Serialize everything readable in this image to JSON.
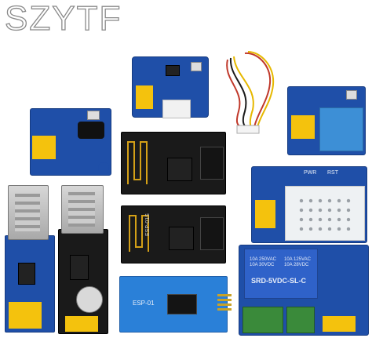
{
  "watermark": {
    "text": "SZYTF"
  },
  "boards": {
    "esp01_blue_silk": "ESP-01",
    "esp01_black_silk": "ESP-01S",
    "relay_text": "SRD-5VDC-SL-C",
    "relay_spec_left": "10A 250VAC\n10A 30VDC",
    "relay_spec_right": "10A 125VAC\n10A 28VDC",
    "dht_label_left": "PWR",
    "dht_label_right": "RST"
  },
  "colors": {
    "pcb_blue": "#1f4fa8",
    "pcb_black": "#1a1a1a",
    "header_yellow": "#f4c20d",
    "relay_blue": "#2f62c9",
    "terminal_green": "#3a8a3a",
    "sensor_white": "#eef1f3"
  }
}
